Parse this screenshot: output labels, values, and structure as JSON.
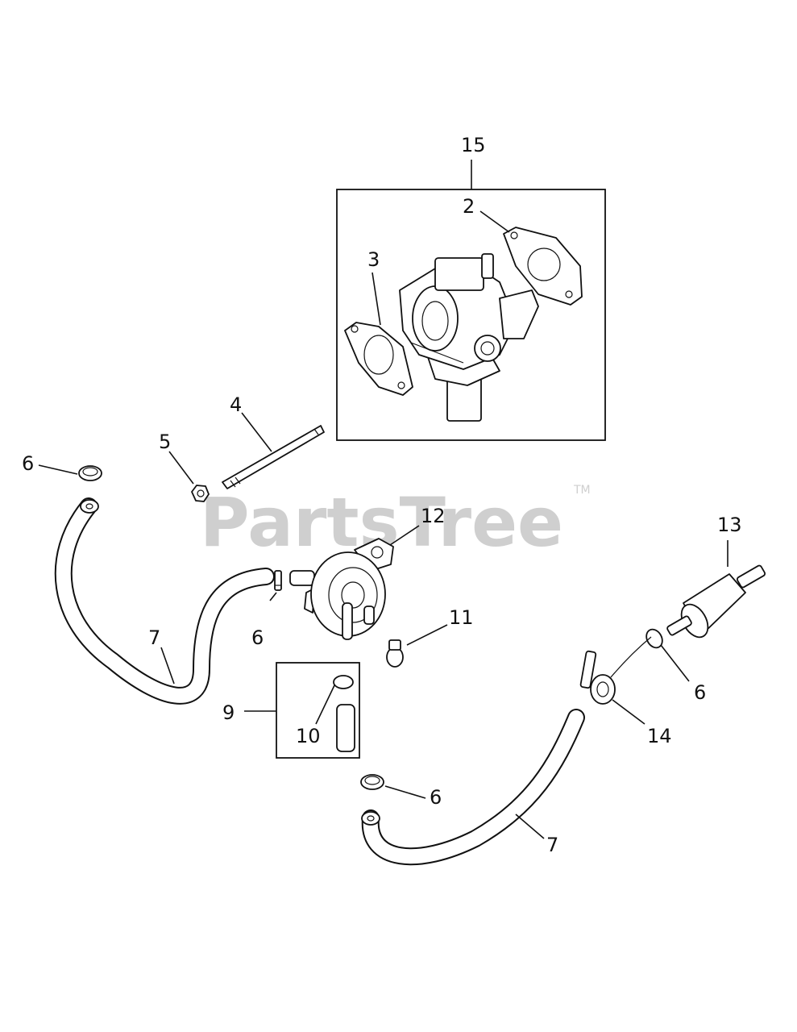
{
  "watermark": {
    "text": "PartsTree",
    "trademark": "TM"
  },
  "callouts": {
    "c15": "15",
    "c2": "2",
    "c3": "3",
    "c4": "4",
    "c5": "5",
    "c6a": "6",
    "c12": "12",
    "c13": "13",
    "c6b": "6",
    "c11": "11",
    "c7a": "7",
    "c9": "9",
    "c10": "10",
    "c6c": "6",
    "c14": "14",
    "c6d": "6",
    "c7b": "7"
  },
  "colors": {
    "line": "#111111",
    "watermark": "#cfcfcf",
    "background": "#ffffff"
  }
}
